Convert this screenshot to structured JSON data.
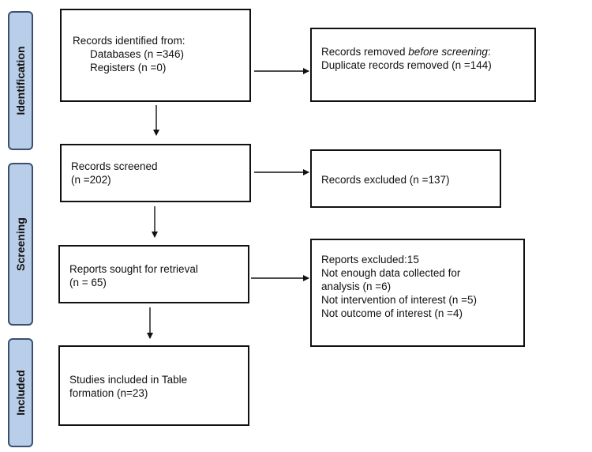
{
  "phases": {
    "identification": "Identification",
    "screening": "Screening",
    "included": "Included"
  },
  "boxes": {
    "identified": {
      "line1": "Records identified from:",
      "line2": "Databases (n =346)",
      "line3": "Registers (n =0)"
    },
    "removed": {
      "line1_prefix": "Records removed ",
      "line1_emph": "before screening",
      "line1_suffix": ":",
      "line2": "Duplicate records removed (n =144)"
    },
    "screened": {
      "line1": "Records screened",
      "line2": "(n =202)"
    },
    "excluded": {
      "line1": "Records excluded (n =137)"
    },
    "sought": {
      "line1": "Reports sought for retrieval",
      "line2": "(n = 65)"
    },
    "reports_excluded": {
      "line1": "Reports excluded:15",
      "line2": "Not enough data collected for",
      "line3": "analysis (n =6)",
      "line4": "Not intervention of interest (n =5)",
      "line5": "Not outcome of interest (n =4)"
    },
    "included": {
      "line1": "Studies included in Table",
      "line2": "formation (n=23)"
    }
  }
}
